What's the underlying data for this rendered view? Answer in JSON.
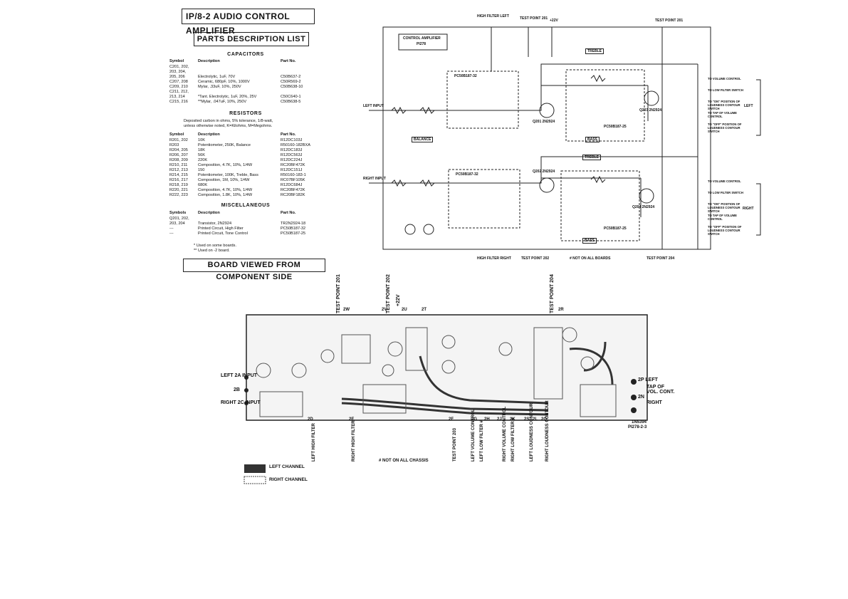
{
  "title": "IP/8-2 AUDIO CONTROL AMPLIFIER",
  "parts_heading": "PARTS DESCRIPTION LIST",
  "board_heading": "BOARD VIEWED FROM COMPONENT SIDE",
  "capacitors": {
    "heading": "CAPACITORS",
    "columns": [
      "Symbol",
      "Description",
      "Part No."
    ],
    "rows": [
      [
        "C201, 202,",
        "",
        ""
      ],
      [
        "203, 204,",
        "",
        ""
      ],
      [
        "205, 206",
        "Electrolytic, 1uF, 70V",
        "C50B637-2"
      ],
      [
        "C207, 208",
        "Ceramic, 680pF, 10%, 1000V",
        "C50R569-2"
      ],
      [
        "C209, 210",
        "Mylar, .33uF, 10%, 250V",
        "C50B638-10"
      ],
      [
        "C211, 212,",
        "",
        ""
      ],
      [
        "213, 214",
        "*Tant. Electrolytic, 1uF, 20%, 25V",
        "C50C640-1"
      ],
      [
        "C215, 216",
        "**Mylar, .047uF, 10%, 250V",
        "C50B638-5"
      ]
    ]
  },
  "resistors": {
    "heading": "RESISTORS",
    "intro_1": "Deposited carbon in ohms, 5% tolerance, 1/8-watt,",
    "intro_2": "unless otherwise noted, K=Kilohms, M=Megohms.",
    "columns": [
      "Symbol",
      "Description",
      "Part No."
    ],
    "rows": [
      [
        "R201, 202",
        "10K",
        "R12DC103J"
      ],
      [
        "R203",
        "Potentiometer, 250K, Balance",
        "R50160-182BXA"
      ],
      [
        "R204, 205",
        "18K",
        "R12DC183J"
      ],
      [
        "R206, 207",
        "56K",
        "R12DC563J"
      ],
      [
        "R208, 209",
        "220K",
        "R12DC224J"
      ],
      [
        "R210, 211",
        "Composition, 4.7K, 10%, 1/4W",
        "RC20BF472K"
      ],
      [
        "R212, 213",
        "150",
        "R12DC151J"
      ],
      [
        "R214, 215",
        "Potentiometer, 100K, Treble, Bass",
        "R50160-183-1"
      ],
      [
        "R216, 217",
        "Composition, 1M, 10%, 1/4W",
        "RC07BF105K"
      ],
      [
        "R218, 219",
        "680K",
        "R12DC684J"
      ],
      [
        "R220, 221",
        "Composition, 4.7K, 10%, 1/4W",
        "RC20BF472K"
      ],
      [
        "R222, 223",
        "Composition, 1.8K, 10%, 1/4W",
        "RC20BF182K"
      ]
    ]
  },
  "miscellaneous": {
    "heading": "MISCELLANEOUS",
    "columns": [
      "Symbols",
      "Description",
      "Part No."
    ],
    "rows": [
      [
        "Q201, 202,",
        "",
        ""
      ],
      [
        "203, 204",
        "Transistor, 2N2924",
        "TR2N2924-18"
      ],
      [
        "---",
        "Printed Circuit, High Filter",
        "PC50B187-32"
      ],
      [
        "---",
        "Printed Circuit, Tone Control",
        "PC50B187-25"
      ]
    ],
    "note_1": "* Used on some boards.",
    "note_2": "** Used on -2 board."
  },
  "schematic": {
    "box_title_1": "CONTROL AMPLIFIER",
    "box_title_2": "PI278",
    "left_input": "LEFT INPUT",
    "right_input": "RIGHT INPUT",
    "pc_upper_left": "PC50B187-32",
    "pc_lower_left": "PC50B187-32",
    "pc_upper_right": "PC50B187-25",
    "pc_lower_right": "PC50B187-25",
    "treble_upper": "TREBLE",
    "treble_lower": "TREBLE",
    "bass_upper": "BASS",
    "bass_lower": "BASS",
    "balance": "BALANCE",
    "q201": "Q201 2N2924",
    "q202": "Q202 2N2924",
    "q203": "Q203 2N2924",
    "q204": "Q204 2N2924",
    "not_on_all": "# NOT ON ALL BOARDS",
    "outputs_upper": [
      "TO VOLUME CONTROL",
      "TO LOW FILTER SWITCH",
      "TO \"ON\" POSITION OF LOUDNESS CONTOUR SWITCH",
      "TO TAP OF VOLUME CONTROL",
      "TO \"OFF\" POSITION OF LOUDNESS CONTOUR SWITCH"
    ],
    "outputs_lower": [
      "TO VOLUME CONTROL",
      "TO LOW FILTER SWITCH",
      "TO \"ON\" POSITION OF LOUDNESS CONTOUR SWITCH",
      "TO TAP OF VOLUME CONTROL",
      "TO \"OFF\" POSITION OF LOUDNESS CONTOUR SWITCH"
    ],
    "left_tag": "LEFT",
    "right_tag": "RIGHT",
    "top_points": [
      "HIGH FILTER LEFT",
      "TEST POINT 201",
      "+22V",
      "TEST POINT 201"
    ],
    "bottom_points": [
      "HIGH FILTER RIGHT",
      "TEST POINT 202",
      "TEST POINT 204"
    ]
  },
  "board": {
    "top_labels": [
      "TEST POINT 201",
      "TEST POINT 202",
      "+22V",
      "TEST POINT 204"
    ],
    "top_pins": [
      "2W",
      "2V",
      "2U",
      "2T",
      "2R"
    ],
    "left_labels": [
      "LEFT 2A INPUT",
      "2B",
      "RIGHT 2C INPUT"
    ],
    "right_labels": [
      "2P LEFT",
      "TAP OF VOL. CONT.",
      "2N",
      "RIGHT"
    ],
    "bottom_pins": [
      "2D",
      "2E",
      "2F",
      "2G",
      "2H",
      "2J",
      "2K",
      "2S",
      "2L",
      "2Q"
    ],
    "bottom_labels": [
      "LEFT HIGH FILTER",
      "RIGHT HIGH FILTER",
      "TEST POINT 203",
      "LEFT VOLUME CONTROL",
      "LEFT LOW FILTER #",
      "RIGHT VOLUME CONTROL",
      "RIGHT LOW FILTER #",
      "LEFT LOUDNESS CONTOUR",
      "RIGHT LOUDNESS CONTOUR"
    ],
    "model_1": "1N5394",
    "model_2": "PI278-2-3",
    "not_on_all_chassis": "# NOT ON ALL CHASSIS",
    "legend_left": "LEFT CHANNEL",
    "legend_right": "RIGHT CHANNEL"
  }
}
